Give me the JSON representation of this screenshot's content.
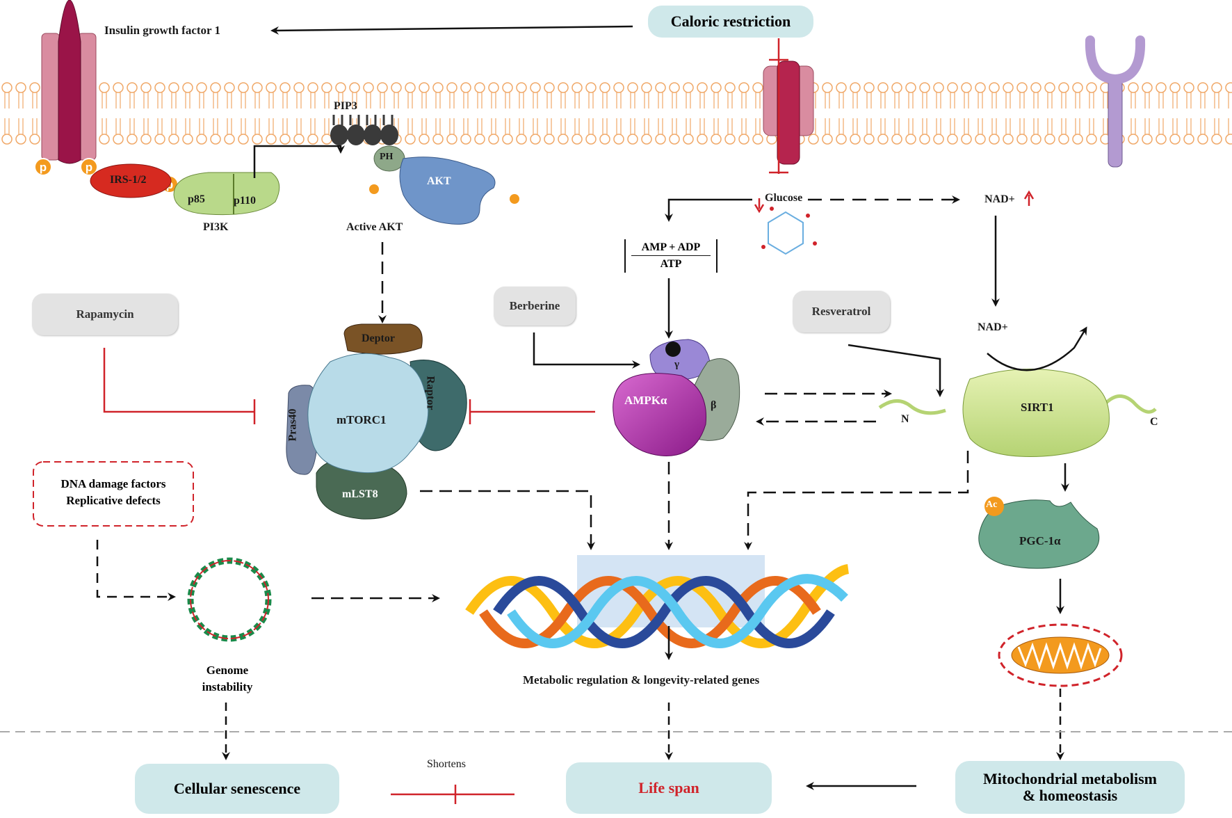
{
  "receptor": {
    "igf_label": "Insulin growth factor 1",
    "p_label": "p",
    "irs_label": "IRS-1/2"
  },
  "pi3k": {
    "p85": "p85",
    "p110": "p110",
    "name": "PI3K"
  },
  "pip3": "PIP3",
  "akt": {
    "ph": "PH",
    "name": "AKT",
    "active_label": "Active AKT"
  },
  "caloric_restriction": "Caloric restriction",
  "glucose": "Glucose",
  "nad_top": "NAD+",
  "nad_mid": "NAD+",
  "ratio": {
    "numerator": "AMP + ADP",
    "denominator": "ATP"
  },
  "rapamycin": "Rapamycin",
  "berberine": "Berberine",
  "resveratrol": "Resveratrol",
  "mtorc1": {
    "deptor": "Deptor",
    "raptor": "Raptor",
    "pras40": "Pras40",
    "core": "mTORC1",
    "mlst8": "mLST8"
  },
  "ampk": {
    "alpha": "AMPKα",
    "beta": "β",
    "gamma": "γ"
  },
  "sirt1": {
    "name": "SIRT1",
    "n": "N",
    "c": "C"
  },
  "pgc": {
    "name": "PGC-1α",
    "ac": "Ac"
  },
  "dna_damage": {
    "line1": "DNA damage factors",
    "line2": "Replicative defects"
  },
  "genome": {
    "line1": "Genome",
    "line2": "instability"
  },
  "genes_label": "Metabolic regulation & longevity-related genes",
  "outcomes": {
    "senescence": "Cellular senescence",
    "shortens": "Shortens",
    "lifespan": "Life span",
    "mito_line1": "Mitochondrial metabolism",
    "mito_line2": "& homeostasis"
  },
  "colors": {
    "membrane": "#f0a868",
    "inhibit": "#d0232a",
    "teal_box": "#cfe8ea",
    "grey_box": "#e3e3e3",
    "lifespan_text": "#d0232a"
  }
}
